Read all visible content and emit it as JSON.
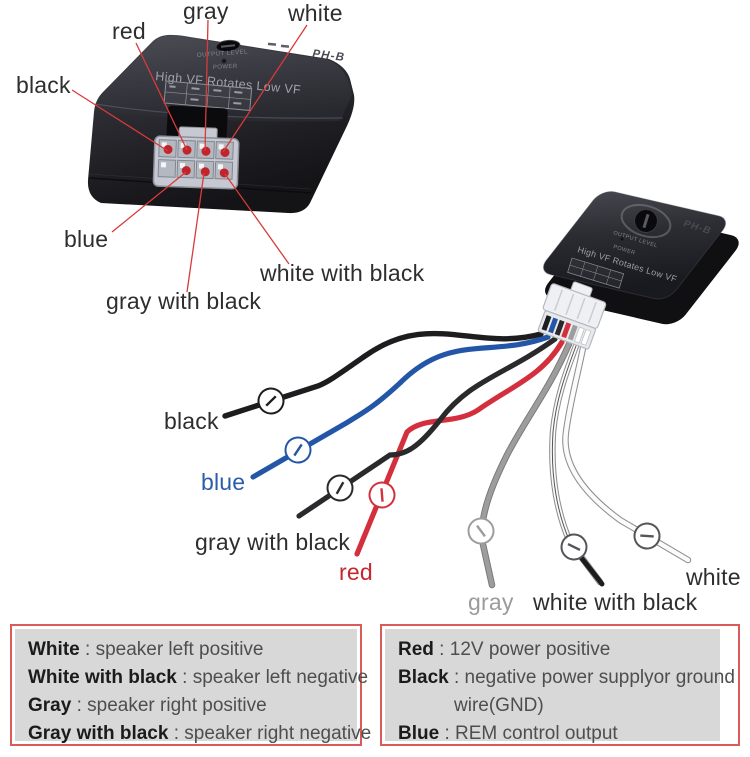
{
  "device": {
    "brand": "PH-B",
    "output_level_label": "OUTPUT LEVEL",
    "power_label": "POWER",
    "tagline": "High VF Rotates Low VF"
  },
  "connector_pin_labels": [
    "gray",
    "white",
    "red",
    "black",
    "blue",
    "gray with black",
    "white with black"
  ],
  "wire_labels": [
    "black",
    "blue",
    "gray with black",
    "red",
    "gray",
    "white with black",
    "white"
  ],
  "legend_separator": " : ",
  "legend_left": {
    "rows": [
      {
        "name": "White",
        "desc": "speaker left positive"
      },
      {
        "name": "White with black",
        "desc": "speaker left negative"
      },
      {
        "name": "Gray",
        "desc": "speaker right positive"
      },
      {
        "name": "Gray with black",
        "desc": "speaker right negative"
      }
    ]
  },
  "legend_right": {
    "rows": [
      {
        "name": "Red",
        "desc": "12V power positive"
      },
      {
        "name": "Black",
        "desc": "negative power supplyor ground",
        "desc2": "wire(GND)"
      },
      {
        "name": "Blue",
        "desc": "REM control output"
      }
    ]
  },
  "colors": {
    "leader_red": "#d93a3a",
    "pin_dot": "#c2242c",
    "legend_border": "#db5b5b",
    "legend_bg": "#d8d8d8",
    "legend_name": "#1b1b1b",
    "legend_desc": "#4e4e4e",
    "label_dark": "#2e2e2e",
    "label_blue": "#2b5dab",
    "label_red": "#c4272d",
    "label_gray": "#9b9b9b",
    "wire_black": "#1d1d20",
    "wire_blue": "#2356a7",
    "wire_dark": "#2a2a2d",
    "wire_red": "#d42f3d",
    "wire_gray": "#9d9d9d",
    "wire_white": "#fbfbfb",
    "wire_white_edge": "#8f8f8f",
    "device_text": "#9fa0a8"
  }
}
